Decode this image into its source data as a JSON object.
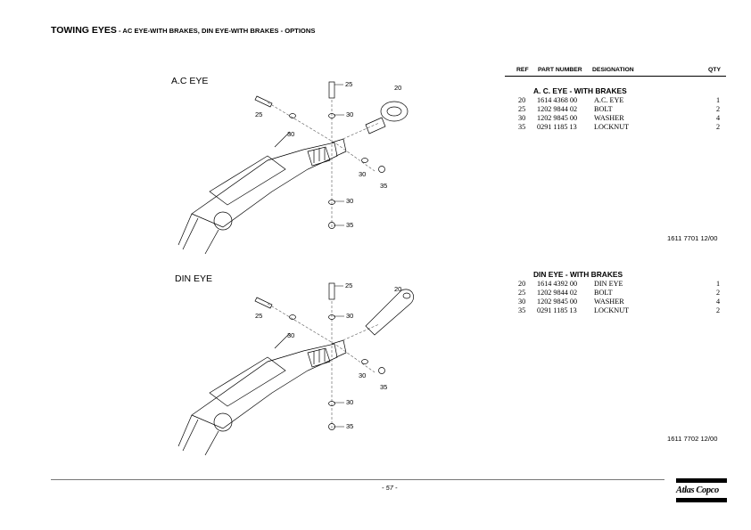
{
  "header": {
    "title": "TOWING EYES",
    "subtitle": " - AC EYE-WITH BRAKES, DIN EYE-WITH BRAKES - OPTIONS"
  },
  "table_headers": {
    "ref": "REF",
    "part_number": "PART NUMBER",
    "designation": "DESIGNATION",
    "qty": "QTY"
  },
  "sections": [
    {
      "diagram_title": "A.C EYE",
      "heading": "A. C. EYE - WITH BRAKES",
      "callouts": [
        "25",
        "20",
        "25",
        "30",
        "30",
        "30",
        "35",
        "30",
        "35"
      ],
      "rows": [
        {
          "ref": "20",
          "part": "1614 4368 00",
          "designation": "A.C. EYE",
          "qty": "1"
        },
        {
          "ref": "25",
          "part": "1202 9844 02",
          "designation": "BOLT",
          "qty": "2"
        },
        {
          "ref": "30",
          "part": "1202 9845 00",
          "designation": "WASHER",
          "qty": "4"
        },
        {
          "ref": "35",
          "part": "0291 1185 13",
          "designation": "LOCKNUT",
          "qty": "2"
        }
      ],
      "drawing_number": "1611 7701 12/00"
    },
    {
      "diagram_title": "DIN EYE",
      "heading": "DIN EYE - WITH BRAKES",
      "callouts": [
        "25",
        "20",
        "25",
        "30",
        "30",
        "30",
        "35",
        "30",
        "35"
      ],
      "rows": [
        {
          "ref": "20",
          "part": "1614 4392 00",
          "designation": "DIN EYE",
          "qty": "1"
        },
        {
          "ref": "25",
          "part": "1202 9844 02",
          "designation": "BOLT",
          "qty": "2"
        },
        {
          "ref": "30",
          "part": "1202 9845 00",
          "designation": "WASHER",
          "qty": "4"
        },
        {
          "ref": "35",
          "part": "0291 1185 13",
          "designation": "LOCKNUT",
          "qty": "2"
        }
      ],
      "drawing_number": "1611 7702 12/00"
    }
  ],
  "footer": {
    "page_number": "- 57 -",
    "brand": "Atlas Copco"
  }
}
